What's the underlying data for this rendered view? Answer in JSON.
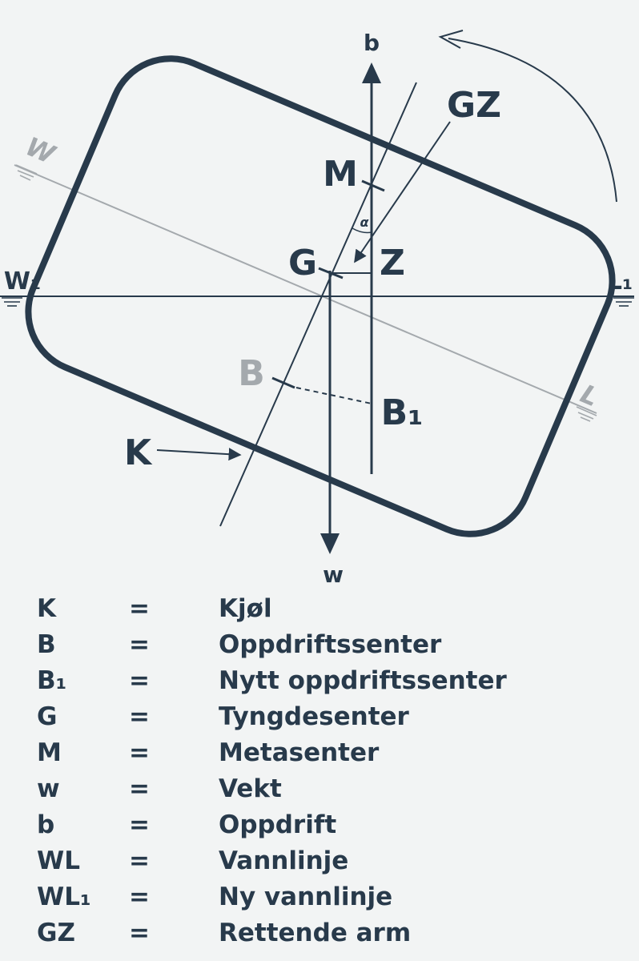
{
  "diagram": {
    "labels": {
      "b": "b",
      "w": "w",
      "GZ": "GZ",
      "M": "M",
      "G": "G",
      "Z": "Z",
      "B": "B",
      "B1": "B₁",
      "K": "K",
      "W": "W",
      "L": "L",
      "W1": "W₁",
      "L1": "L₁",
      "alpha": "α"
    },
    "colors": {
      "ink": "#283a4b",
      "grey": "#a4a9ad",
      "background": "#f2f4f4"
    }
  },
  "legend": [
    {
      "symbol": "K",
      "eq": "=",
      "description": "Kjøl"
    },
    {
      "symbol": "B",
      "eq": "=",
      "description": "Oppdriftssenter"
    },
    {
      "symbol": "B₁",
      "eq": "=",
      "description": "Nytt oppdriftssenter"
    },
    {
      "symbol": "G",
      "eq": "=",
      "description": "Tyngdesenter"
    },
    {
      "symbol": "M",
      "eq": "=",
      "description": "Metasenter"
    },
    {
      "symbol": "w",
      "eq": "=",
      "description": "Vekt"
    },
    {
      "symbol": "b",
      "eq": "=",
      "description": "Oppdrift"
    },
    {
      "symbol": "WL",
      "eq": "=",
      "description": "Vannlinje"
    },
    {
      "symbol": "WL₁",
      "eq": "=",
      "description": "Ny vannlinje"
    },
    {
      "symbol": "GZ",
      "eq": "=",
      "description": "Rettende arm"
    }
  ]
}
